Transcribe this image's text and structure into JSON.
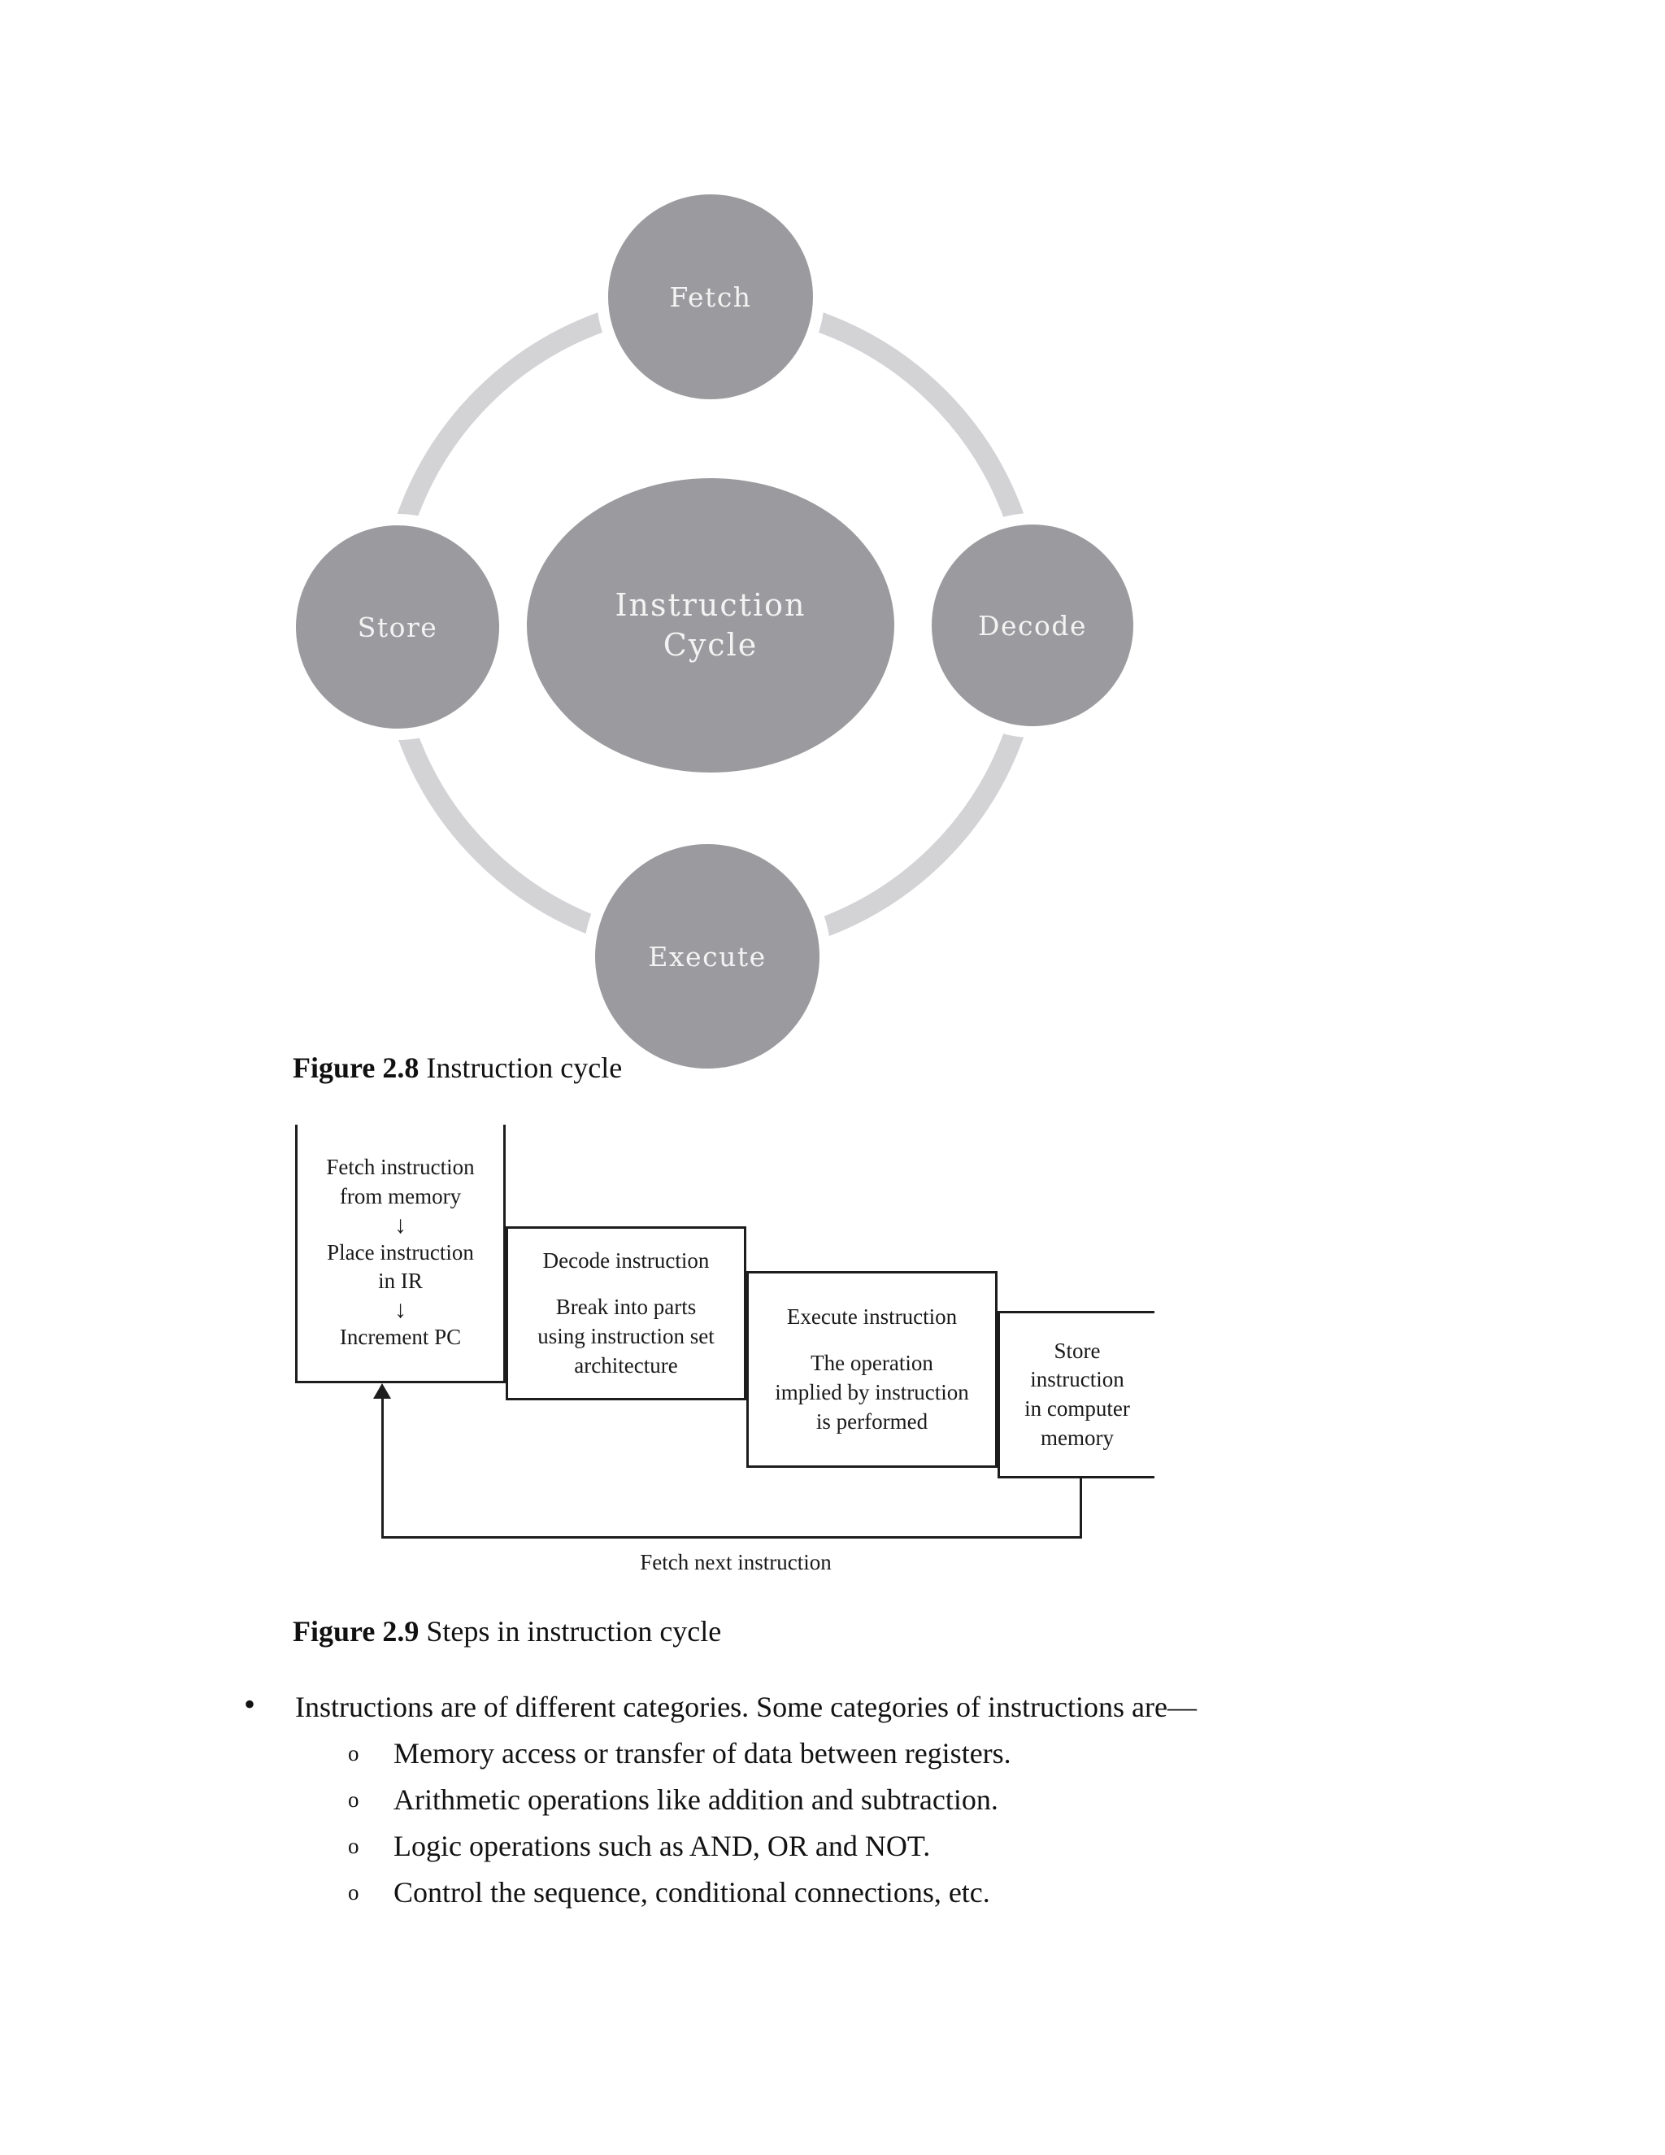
{
  "figure_cycle": {
    "nodes": {
      "top": "Fetch",
      "right": "Decode",
      "bottom": "Execute",
      "left": "Store"
    },
    "center_line1": "Instruction",
    "center_line2": "Cycle",
    "colors": {
      "node_fill": "#9b9a9e",
      "ring": "#d3d3d6",
      "node_text": "#f3f3f3"
    }
  },
  "captions": {
    "fig28_bold": "Figure 2.8",
    "fig28_rest": " Instruction cycle",
    "fig29_bold": "Figure 2.9",
    "fig29_rest": " Steps in instruction cycle"
  },
  "figure_steps": {
    "fetch_box": {
      "l1": "Fetch instruction",
      "l2": "from memory",
      "arrow1": "↓",
      "l3": "Place instruction",
      "l4": "in IR",
      "arrow2": "↓",
      "l5": "Increment PC"
    },
    "decode_box": {
      "title": "Decode instruction",
      "l1": "Break into parts",
      "l2": "using instruction set",
      "l3": "architecture"
    },
    "execute_box": {
      "title": "Execute instruction",
      "l1": "The operation",
      "l2": "implied by instruction",
      "l3": "is performed"
    },
    "store_box": {
      "l1": "Store",
      "l2": "instruction",
      "l3": "in computer",
      "l4": "memory"
    },
    "loop_label": "Fetch next instruction"
  },
  "bullets": {
    "marker": "•",
    "sub_marker": "o",
    "intro": "Instructions are of different categories. Some categories of instructions are—",
    "items": [
      "Memory access or transfer of data between registers.",
      "Arithmetic operations like addition and subtraction.",
      "Logic operations such as AND, OR and NOT.",
      "Control the sequence, conditional connections, etc."
    ]
  }
}
